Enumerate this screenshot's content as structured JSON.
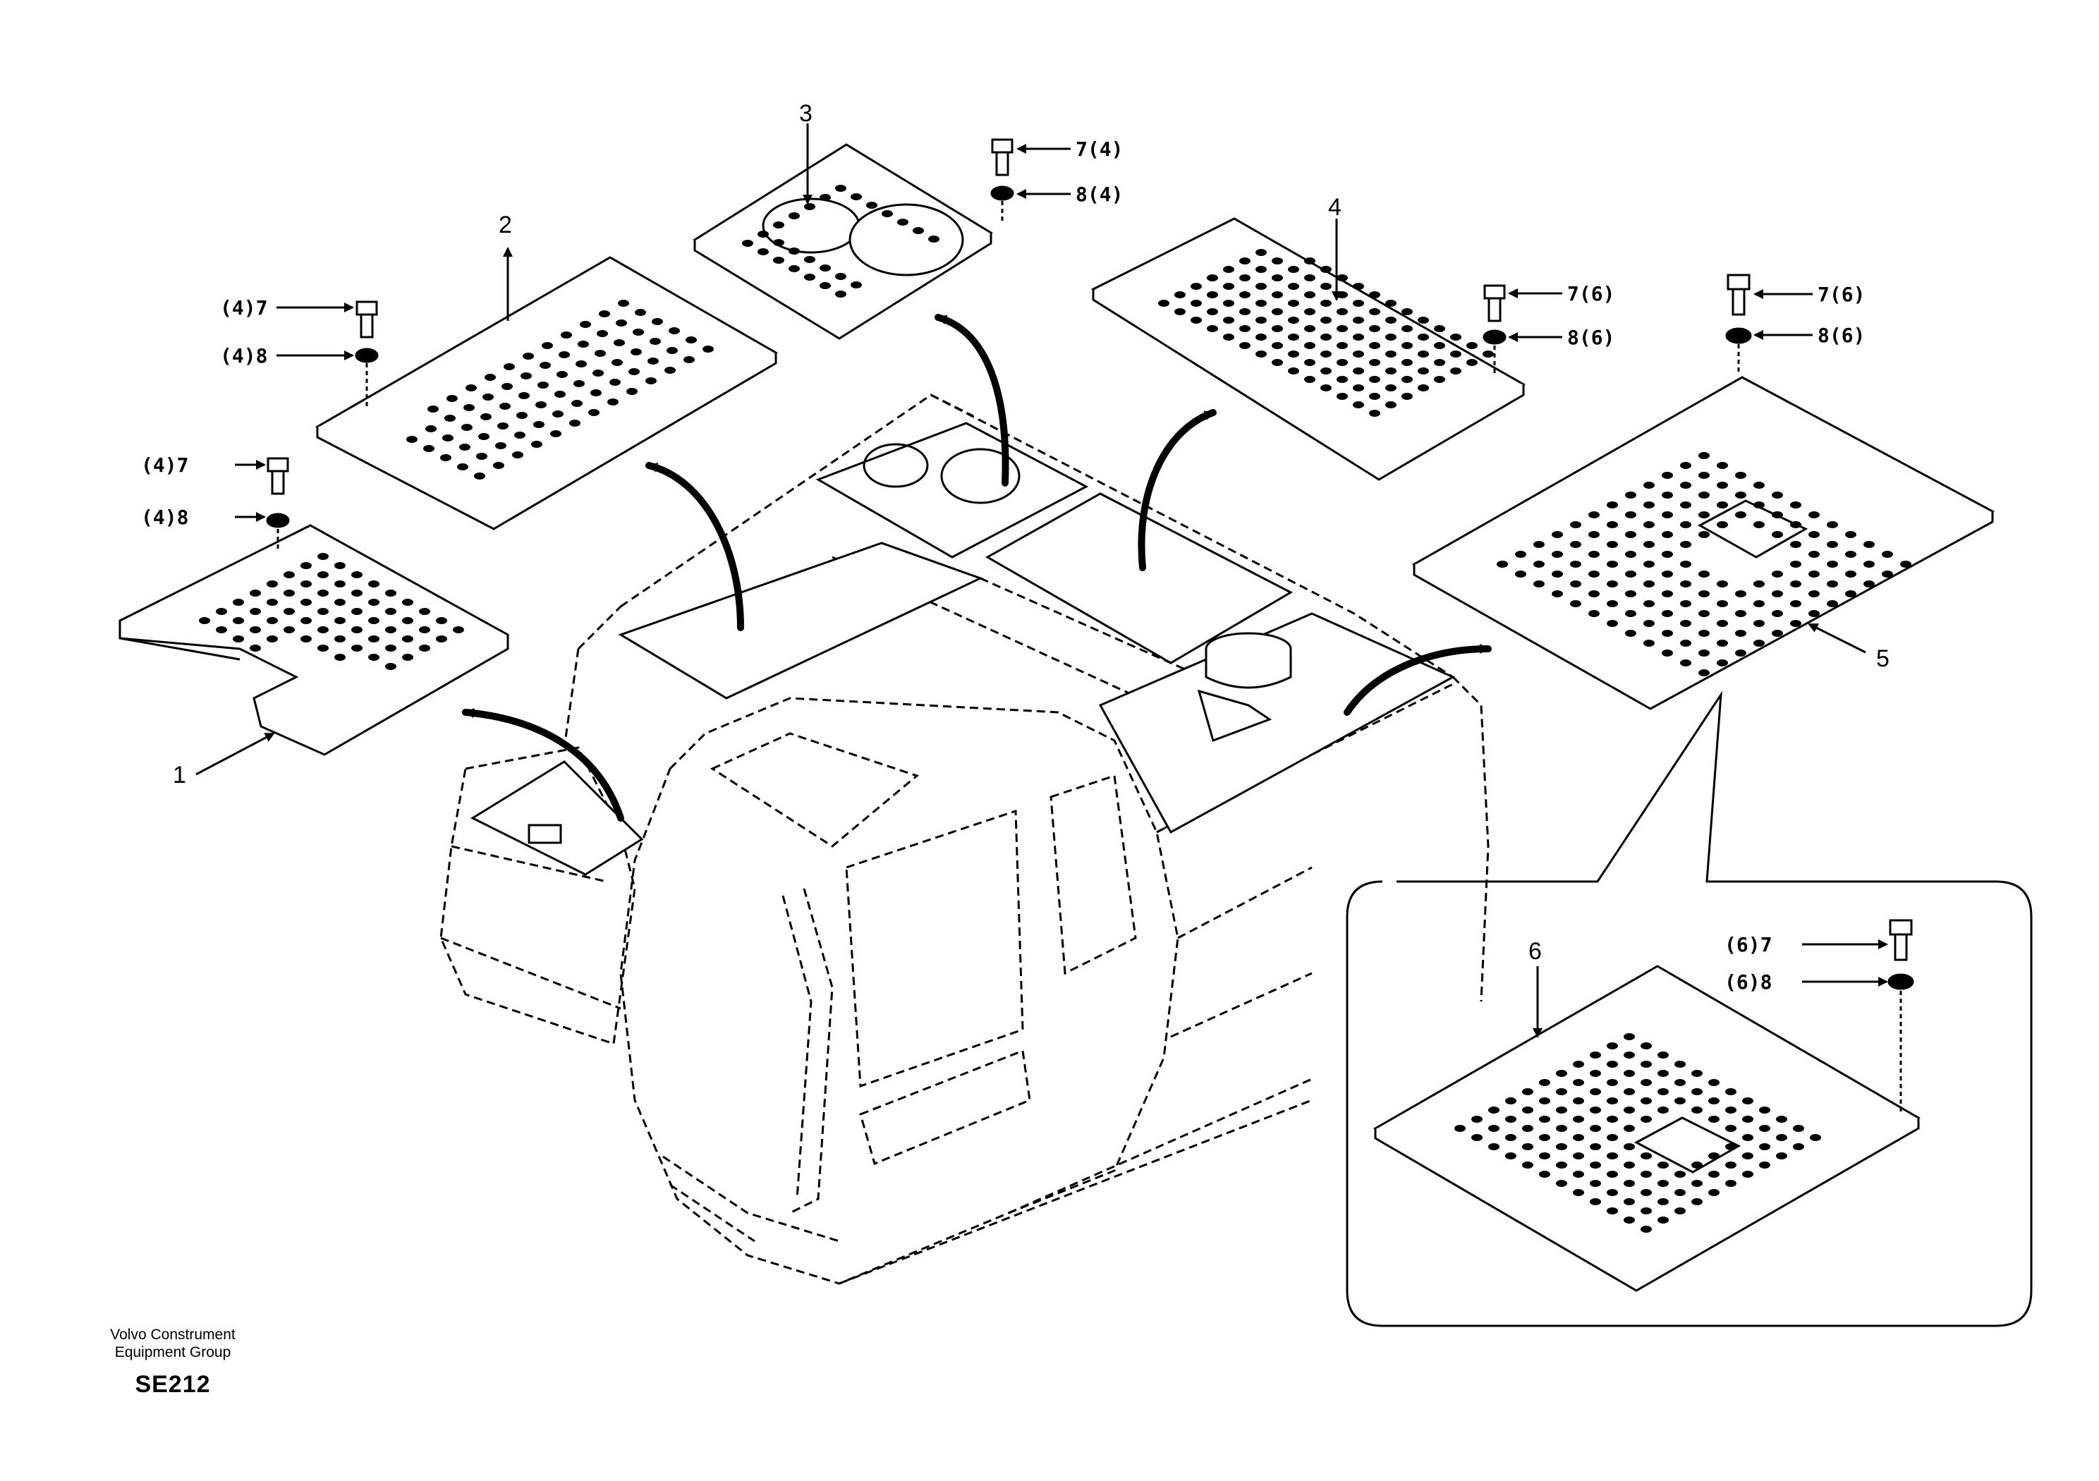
{
  "callouts": {
    "c1": "1",
    "c2": "2",
    "c3": "3",
    "c4": "4",
    "c5": "5",
    "c6": "6"
  },
  "fasteners": {
    "p1_bolt": "(4)7",
    "p1_washer": "(4)8",
    "p2_bolt": "(4)7",
    "p2_washer": "(4)8",
    "p3_bolt": "7(4)",
    "p3_washer": "8(4)",
    "p4_bolt": "7(6)",
    "p4_washer": "8(6)",
    "p5_bolt": "7(6)",
    "p5_washer": "8(6)",
    "p6_bolt": "(6)7",
    "p6_washer": "(6)8"
  },
  "footer": {
    "org_line1": "Volvo Construment",
    "org_line2": "Equipment Group",
    "code": "SE212"
  }
}
